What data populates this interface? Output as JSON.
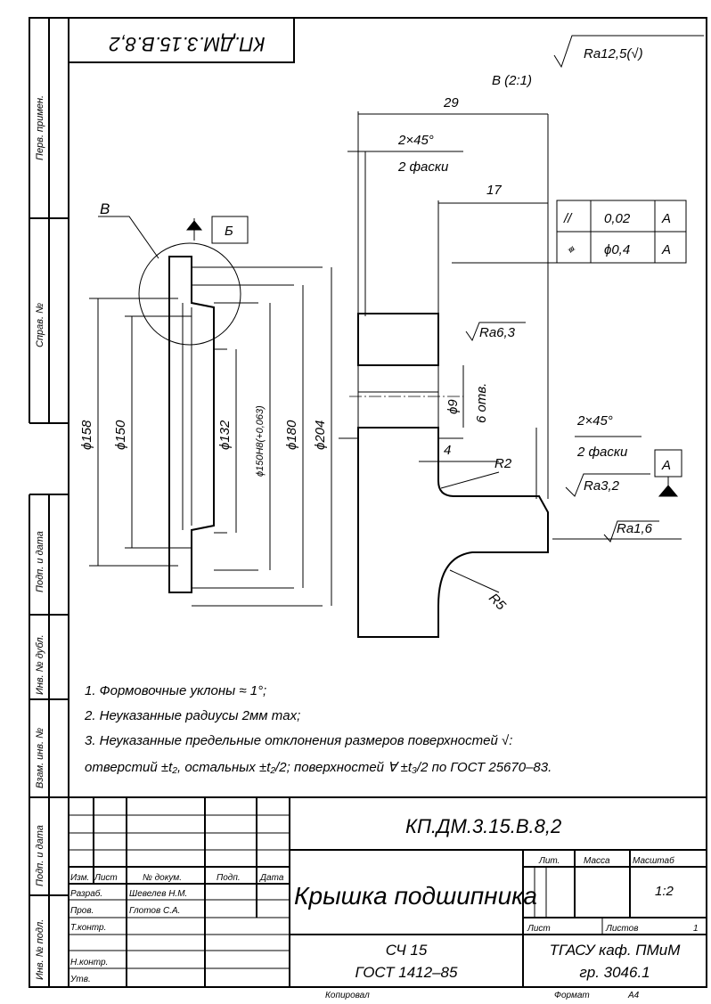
{
  "side_labels": [
    "Перв. примен.",
    "Справ. №",
    "Подп. и дата",
    "Инв. № дубл.",
    "Взам. инв. №",
    "Подп. и дата",
    "Инв. № подл."
  ],
  "top_stamp": "КП.ДМ.3.15.В.8,2",
  "roughness_general": "Ra12,5(√)",
  "view_label": "B (2:1)",
  "detail": {
    "dim_29": "29",
    "chamfer1": "2×45°",
    "chamfer1_note": "2 фаски",
    "dim_17": "17",
    "tolerance": [
      {
        "symbol": "//",
        "value": "0,02",
        "datum": "A"
      },
      {
        "symbol": "⌖",
        "value": "ϕ0,4",
        "datum": "A"
      }
    ],
    "ra63": "Ra6,3",
    "hole": "ϕ9",
    "hole_count": "6 отв.",
    "chamfer2": "2×45°",
    "chamfer2_note": "2 фаски",
    "datum_a": "A",
    "dim_4": "4",
    "r2": "R2",
    "ra32": "Ra3,2",
    "ra16": "Ra1,6",
    "r5": "R5"
  },
  "section": {
    "detail_mark": "B",
    "datum_b": "Б",
    "dims": [
      "ϕ158",
      "ϕ150",
      "ϕ132",
      "ϕ150H8(+0,063)",
      "ϕ180",
      "ϕ204"
    ]
  },
  "notes": [
    "1. Формовочные уклоны ≈ 1°;",
    "2. Неуказанные радиусы 2мм max;",
    "3. Неуказанные предельные отклонения размеров поверхностей √:",
    "отверстий ±t₂, остальных ±t₂/2; поверхностей ∀ ±t₃/2 по ГОСТ 25670–83."
  ],
  "title_block": {
    "doc_code": "КП.ДМ.3.15.В.8,2",
    "part_name": "Крышка подшипника",
    "headers": {
      "izm": "Изм.",
      "list": "Лист",
      "doc_no": "№ докум.",
      "sign": "Подп.",
      "date": "Дата"
    },
    "roles": {
      "razrab": "Разраб.",
      "prov": "Пров.",
      "tkontr": "Т.контр.",
      "nkontr": "Н.контр.",
      "utv": "Утв."
    },
    "developer": "Шевелев Н.М.",
    "checker": "Глотов С.А.",
    "lit": "Лит.",
    "mass": "Масса",
    "scale_label": "Масштаб",
    "scale": "1:2",
    "sheet": "Лист",
    "sheets": "Листов",
    "sheets_count": "1",
    "material": "СЧ 15",
    "material_std": "ГОСТ 1412–85",
    "org": "ТГАСУ каф. ПМиМ",
    "group": "гр. 3046.1",
    "copied": "Копировал",
    "format_label": "Формат",
    "format": "A4"
  }
}
